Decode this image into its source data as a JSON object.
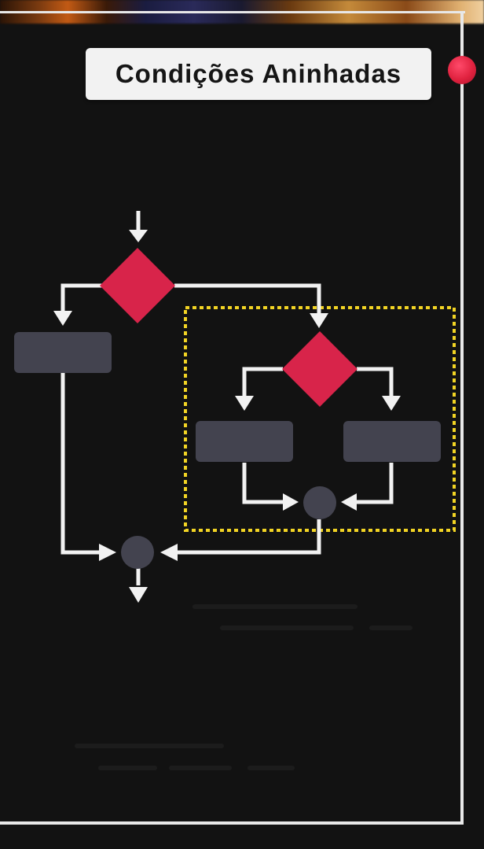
{
  "header": {
    "title": "Condições Aninhadas"
  },
  "colors": {
    "background": "#121212",
    "frame": "#e8e8e8",
    "decision": "#d8244a",
    "process": "#43434f",
    "connector": "#43434f",
    "arrow": "#f2f2f2",
    "highlight": "#f2d424",
    "accent_dot": "#e0223f"
  },
  "diagram": {
    "outer_decision": "diamond",
    "inner_decision": "diamond",
    "process_blocks": 3,
    "merge_points": 2,
    "nested_region": "dotted-yellow-box"
  },
  "icons": {
    "accent": "record-dot-icon"
  }
}
